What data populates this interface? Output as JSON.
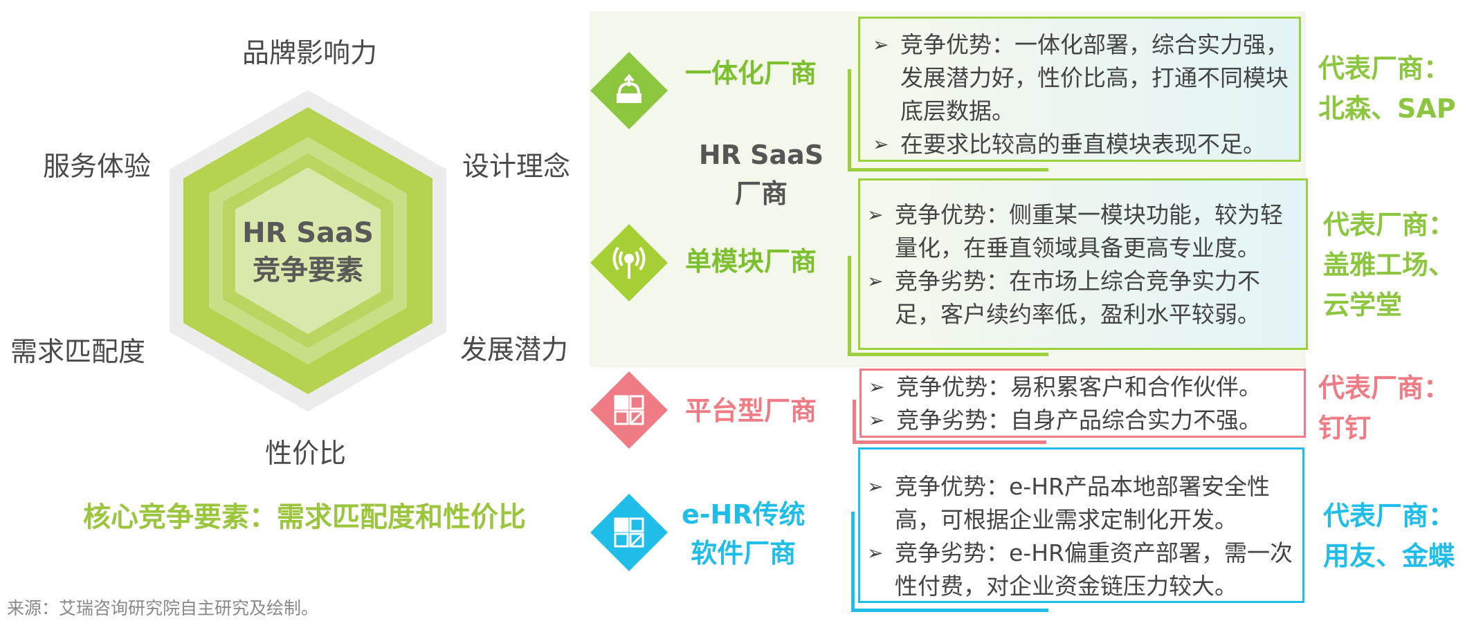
{
  "hexagon": {
    "center_line1": "HR SaaS",
    "center_line2": "竞争要素",
    "factors": {
      "top": "品牌影响力",
      "upper_right": "设计理念",
      "lower_right": "发展潜力",
      "bottom": "性价比",
      "lower_left": "需求匹配度",
      "upper_left": "服务体验"
    }
  },
  "core_factor": "核心竞争要素：需求匹配度和性价比",
  "source": "来源：艾瑞咨询研究院自主研究及绘制。",
  "saas_group": {
    "line1": "HR SaaS",
    "line2": "厂商"
  },
  "colors": {
    "green": "#9bc53d",
    "pink": "#ef7c84",
    "blue": "#1fbde8",
    "box_green": "#9ccf3c"
  },
  "vendors": [
    {
      "title": "一体化厂商",
      "icon": "cloud-upload-icon",
      "points": [
        "竞争优势：一体化部署，综合实力强，发展潜力好，性价比高，打通不同模块底层数据。",
        "在要求比较高的垂直模块表现不足。"
      ],
      "rep_label": "代表厂商：",
      "rep_names": "北森、SAP"
    },
    {
      "title": "单模块厂商",
      "icon": "signal-tower-icon",
      "points": [
        "竞争优势：侧重某一模块功能，较为轻量化，在垂直领域具备更高专业度。",
        "竞争劣势：在市场上综合竞争实力不足，客户续约率低，盈利水平较弱。"
      ],
      "rep_label": "代表厂商：",
      "rep_names": "盖雅工场、",
      "rep_names2": "云学堂"
    },
    {
      "title": "平台型厂商",
      "icon": "app-grid-icon",
      "points": [
        "竞争优势：易积累客户和合作伙伴。",
        "竞争劣势：自身产品综合实力不强。"
      ],
      "rep_label": "代表厂商：",
      "rep_names": "钉钉"
    },
    {
      "title_line1": "e-HR传统",
      "title_line2": "软件厂商",
      "icon": "app-grid-icon",
      "points": [
        "竞争优势：e-HR产品本地部署安全性高，可根据企业需求定制化开发。",
        "竞争劣势：e-HR偏重资产部署，需一次性付费，对企业资金链压力较大。"
      ],
      "rep_label": "代表厂商：",
      "rep_names": "用友、金蝶"
    }
  ],
  "bullet_glyph": "➢"
}
